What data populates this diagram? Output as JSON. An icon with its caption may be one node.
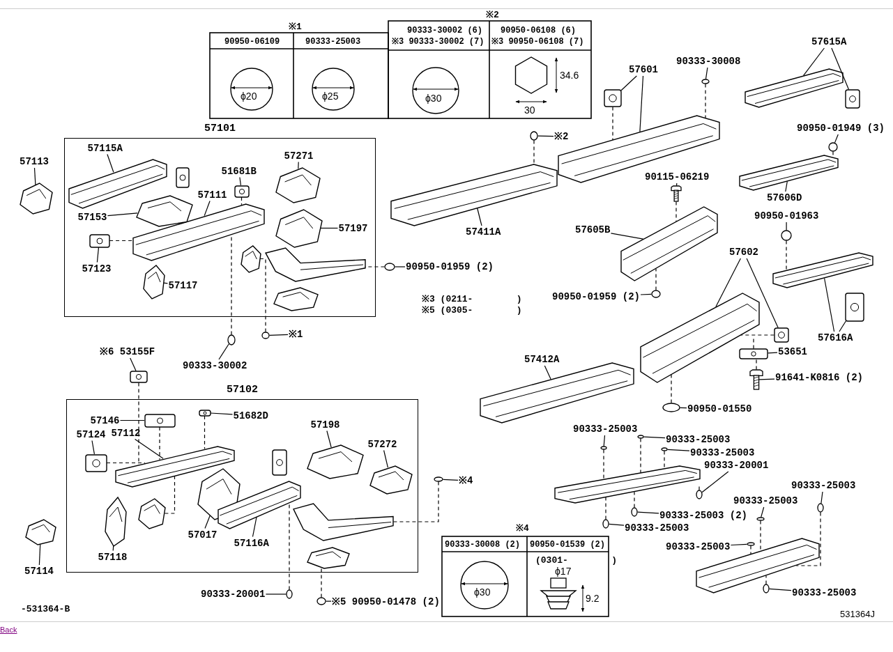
{
  "diagram": {
    "nodes": [
      {
        "text": [
          "57101"
        ]
      },
      {
        "text": [
          "57115A"
        ],
        "in": 0
      },
      {
        "text": [],
        "shape": "picture",
        "in": 0
      },
      {
        "text": [],
        "shape": "picture",
        "in": 0
      },
      {
        "text": [
          "51681B"
        ],
        "in": 0
      },
      {
        "text": [],
        "shape": "picture",
        "in": 0
      },
      {
        "text": [
          "57271"
        ],
        "in": 0
      },
      {
        "text": [],
        "shape": "picture",
        "in": 0
      },
      {
        "text": [
          "57111"
        ],
        "in": 0
      },
      {
        "text": [],
        "shape": "picture",
        "in": 0
      },
      {
        "text": [
          "57153"
        ],
        "in": 0
      },
      {
        "text": [],
        "shape": "picture",
        "in": 0
      },
      {
        "text": [
          "57197"
        ],
        "in": 0
      },
      {
        "text": [],
        "shape": "picture",
        "in": 0
      },
      {
        "text": [
          "57123"
        ],
        "in": 0
      },
      {
        "text": [],
        "shape": "picture",
        "in": 0
      },
      {
        "text": [
          "57117"
        ],
        "in": 0
      },
      {
        "text": [],
        "shape": "picture",
        "in": 0
      },
      {
        "text": [],
        "shape": "picture",
        "in": 0
      },
      {
        "text": [],
        "shape": "picture",
        "in": 0
      },
      {
        "text": [],
        "shape": "picture",
        "in": 0
      },
      {
        "text": [
          "57113"
        ]
      },
      {
        "text": [],
        "shape": "picture"
      },
      {
        "text": [
          "90333-30002"
        ]
      },
      {
        "text": [],
        "shape": "circle"
      },
      {
        "text": [
          "※1"
        ]
      },
      {
        "text": [],
        "shape": "circle"
      },
      {
        "text": [
          "90950-01959 (2)"
        ]
      },
      {
        "text": [],
        "shape": "circle"
      },
      {
        "text": [
          "57102"
        ]
      },
      {
        "text": [
          "57146"
        ],
        "in": 29
      },
      {
        "text": [],
        "shape": "picture",
        "in": 29
      },
      {
        "text": [
          "51682D"
        ],
        "in": 29
      },
      {
        "text": [],
        "shape": "picture",
        "in": 29
      },
      {
        "text": [
          "57124"
        ],
        "in": 29
      },
      {
        "text": [],
        "shape": "picture",
        "in": 29
      },
      {
        "text": [
          "57112"
        ],
        "in": 29
      },
      {
        "text": [],
        "shape": "picture",
        "in": 29
      },
      {
        "text": [
          "57198"
        ],
        "in": 29
      },
      {
        "text": [],
        "shape": "picture",
        "in": 29
      },
      {
        "text": [
          "57272"
        ],
        "in": 29
      },
      {
        "text": [],
        "shape": "picture",
        "in": 29
      },
      {
        "text": [],
        "shape": "picture",
        "in": 29
      },
      {
        "text": [],
        "shape": "picture",
        "in": 29
      },
      {
        "text": [
          "57017"
        ],
        "in": 29
      },
      {
        "text": [],
        "shape": "picture",
        "in": 29
      },
      {
        "text": [
          "57116A"
        ],
        "in": 29
      },
      {
        "text": [],
        "shape": "picture",
        "in": 29
      },
      {
        "text": [],
        "shape": "picture",
        "in": 29
      },
      {
        "text": [],
        "shape": "picture",
        "in": 29
      },
      {
        "text": [
          "57118"
        ],
        "in": 29
      },
      {
        "text": [],
        "shape": "picture",
        "in": 29
      },
      {
        "text": [
          "57114"
        ]
      },
      {
        "text": [],
        "shape": "picture"
      },
      {
        "text": [
          "※6 53155F"
        ]
      },
      {
        "text": [],
        "shape": "picture"
      },
      {
        "text": [
          "90333-20001"
        ]
      },
      {
        "text": [],
        "shape": "circle"
      },
      {
        "text": [
          "※5 90950-01478 (2)"
        ]
      },
      {
        "text": [],
        "shape": "circle"
      },
      {
        "text": [
          "※4"
        ]
      },
      {
        "text": [],
        "shape": "circle"
      },
      {
        "text": [
          "57411A"
        ]
      },
      {
        "text": [],
        "shape": "picture"
      },
      {
        "text": [
          "※2"
        ]
      },
      {
        "text": [],
        "shape": "circle"
      },
      {
        "text": [
          "57601"
        ]
      },
      {
        "text": [],
        "shape": "picture"
      },
      {
        "text": [],
        "shape": "picture"
      },
      {
        "text": [
          "90333-30008"
        ]
      },
      {
        "text": [],
        "shape": "circle"
      },
      {
        "text": [
          "57615A"
        ]
      },
      {
        "text": [],
        "shape": "picture"
      },
      {
        "text": [],
        "shape": "picture"
      },
      {
        "text": [
          "90950-01949 (3)"
        ]
      },
      {
        "text": [],
        "shape": "circle"
      },
      {
        "text": [
          "57606D"
        ]
      },
      {
        "text": [],
        "shape": "picture"
      },
      {
        "text": [
          "90115-06219"
        ]
      },
      {
        "text": [],
        "shape": "picture"
      },
      {
        "text": [
          "57605B"
        ]
      },
      {
        "text": [],
        "shape": "picture"
      },
      {
        "text": [
          "90950-01963"
        ]
      },
      {
        "text": [],
        "shape": "circle"
      },
      {
        "text": [
          "57602"
        ]
      },
      {
        "text": [],
        "shape": "picture"
      },
      {
        "text": [],
        "shape": "picture"
      },
      {
        "text": [
          "57616A"
        ]
      },
      {
        "text": [],
        "shape": "picture"
      },
      {
        "text": [],
        "shape": "picture"
      },
      {
        "text": [
          "90950-01959 (2)"
        ]
      },
      {
        "text": [],
        "shape": "circle"
      },
      {
        "text": [
          "53651"
        ]
      },
      {
        "text": [],
        "shape": "picture"
      },
      {
        "text": [
          "91641-K0816 (2)"
        ]
      },
      {
        "text": [],
        "shape": "picture"
      },
      {
        "text": [
          "57412A"
        ]
      },
      {
        "text": [],
        "shape": "picture"
      },
      {
        "text": [
          "90950-01550"
        ]
      },
      {
        "text": [],
        "shape": "circle"
      },
      {
        "text": [],
        "shape": "picture"
      },
      {
        "text": [
          "90333-25003"
        ]
      },
      {
        "text": [],
        "shape": "circle"
      },
      {
        "text": [
          "90333-25003"
        ]
      },
      {
        "text": [],
        "shape": "circle"
      },
      {
        "text": [
          "90333-25003"
        ]
      },
      {
        "text": [],
        "shape": "circle"
      },
      {
        "text": [
          "90333-20001"
        ]
      },
      {
        "text": [],
        "shape": "circle"
      },
      {
        "text": [
          "90333-25003 (2)"
        ]
      },
      {
        "text": [],
        "shape": "circle"
      },
      {
        "text": [
          "90333-25003"
        ]
      },
      {
        "text": [],
        "shape": "circle"
      },
      {
        "text": [],
        "shape": "picture"
      },
      {
        "text": [
          "90333-25003"
        ]
      },
      {
        "text": [],
        "shape": "circle"
      },
      {
        "text": [
          "90333-25003"
        ]
      },
      {
        "text": [],
        "shape": "circle"
      },
      {
        "text": [
          "90333-25003"
        ]
      },
      {
        "text": [],
        "shape": "circle"
      },
      {
        "text": [
          "90333-25003"
        ]
      },
      {
        "text": [],
        "shape": "circle"
      }
    ],
    "edges": [
      {
        "from": 1,
        "to": 2,
        "arrow": "none"
      },
      {
        "from": 4,
        "to": 5,
        "arrow": "none"
      },
      {
        "from": 6,
        "to": 7,
        "arrow": "none"
      },
      {
        "from": 8,
        "to": 9,
        "arrow": "none"
      },
      {
        "from": 10,
        "to": 11,
        "arrow": "none"
      },
      {
        "from": 12,
        "to": 13,
        "arrow": "none"
      },
      {
        "from": 14,
        "to": 15,
        "arrow": "none"
      },
      {
        "from": 16,
        "to": 17,
        "arrow": "none"
      },
      {
        "from": 21,
        "to": 22,
        "arrow": "none"
      },
      {
        "from": 23,
        "to": 24,
        "arrow": "none"
      },
      {
        "from": 25,
        "to": 26,
        "arrow": "none"
      },
      {
        "from": 27,
        "to": 28,
        "arrow": "none"
      },
      {
        "from": 30,
        "to": 31,
        "arrow": "none"
      },
      {
        "from": 32,
        "to": 33,
        "arrow": "none"
      },
      {
        "from": 34,
        "to": 35,
        "arrow": "none"
      },
      {
        "from": 36,
        "to": 37,
        "arrow": "none"
      },
      {
        "from": 38,
        "to": 39,
        "arrow": "none"
      },
      {
        "from": 40,
        "to": 41,
        "arrow": "none"
      },
      {
        "from": 44,
        "to": 45,
        "arrow": "none"
      },
      {
        "from": 46,
        "to": 47,
        "arrow": "none"
      },
      {
        "from": 50,
        "to": 51,
        "arrow": "none"
      },
      {
        "from": 52,
        "to": 53,
        "arrow": "none"
      },
      {
        "from": 54,
        "to": 55,
        "arrow": "none"
      },
      {
        "from": 56,
        "to": 57,
        "arrow": "none"
      },
      {
        "from": 58,
        "to": 59,
        "arrow": "none"
      },
      {
        "from": 60,
        "to": 61,
        "arrow": "none"
      },
      {
        "from": 62,
        "to": 63,
        "arrow": "none"
      },
      {
        "from": 64,
        "to": 65,
        "arrow": "none"
      },
      {
        "from": 66,
        "to": 67,
        "arrow": "none"
      },
      {
        "from": 66,
        "to": 68,
        "arrow": "none"
      },
      {
        "from": 69,
        "to": 70,
        "arrow": "none"
      },
      {
        "from": 71,
        "to": 72,
        "arrow": "none"
      },
      {
        "from": 71,
        "to": 73,
        "arrow": "none"
      },
      {
        "from": 74,
        "to": 75,
        "arrow": "none"
      },
      {
        "from": 76,
        "to": 77,
        "arrow": "none"
      },
      {
        "from": 78,
        "to": 79,
        "arrow": "none"
      },
      {
        "from": 80,
        "to": 81,
        "arrow": "none"
      },
      {
        "from": 82,
        "to": 83,
        "arrow": "none"
      },
      {
        "from": 84,
        "to": 85,
        "arrow": "none"
      },
      {
        "from": 84,
        "to": 86,
        "arrow": "none"
      },
      {
        "from": 87,
        "to": 88,
        "arrow": "none"
      },
      {
        "from": 87,
        "to": 89,
        "arrow": "none"
      },
      {
        "from": 90,
        "to": 91,
        "arrow": "none"
      },
      {
        "from": 92,
        "to": 93,
        "arrow": "none"
      },
      {
        "from": 94,
        "to": 95,
        "arrow": "none"
      },
      {
        "from": 96,
        "to": 97,
        "arrow": "none"
      },
      {
        "from": 98,
        "to": 99,
        "arrow": "none"
      },
      {
        "from": 101,
        "to": 102,
        "arrow": "none"
      },
      {
        "from": 103,
        "to": 104,
        "arrow": "none"
      },
      {
        "from": 105,
        "to": 106,
        "arrow": "none"
      },
      {
        "from": 107,
        "to": 108,
        "arrow": "none"
      },
      {
        "from": 109,
        "to": 110,
        "arrow": "none"
      },
      {
        "from": 111,
        "to": 112,
        "arrow": "none"
      },
      {
        "from": 114,
        "to": 115,
        "arrow": "none"
      },
      {
        "from": 116,
        "to": 117,
        "arrow": "none"
      },
      {
        "from": 118,
        "to": 119,
        "arrow": "none"
      },
      {
        "from": 120,
        "to": 121,
        "arrow": "none"
      },
      {
        "from": 5,
        "to": 9,
        "arrow": "none",
        "style": "dashed"
      },
      {
        "from": 15,
        "to": 9,
        "arrow": "none",
        "style": "dashed"
      },
      {
        "from": 24,
        "to": 9,
        "arrow": "none",
        "style": "dashed"
      },
      {
        "from": 26,
        "to": 18,
        "arrow": "none",
        "style": "dashed"
      },
      {
        "from": 28,
        "to": 19,
        "arrow": "none",
        "style": "dashed"
      },
      {
        "from": 55,
        "to": 37,
        "arrow": "none",
        "style": "dashed"
      },
      {
        "from": 33,
        "to": 37,
        "arrow": "none",
        "style": "dashed"
      },
      {
        "from": 31,
        "to": 37,
        "arrow": "none",
        "style": "dashed"
      },
      {
        "from": 35,
        "to": 37,
        "arrow": "none",
        "style": "dashed"
      },
      {
        "from": 37,
        "to": 43,
        "arrow": "none",
        "style": "dashed"
      },
      {
        "from": 57,
        "to": 47,
        "arrow": "none",
        "style": "dashed"
      },
      {
        "from": 59,
        "to": 49,
        "arrow": "none",
        "style": "dashed"
      },
      {
        "from": 61,
        "to": 48,
        "arrow": "none",
        "style": "dashed"
      },
      {
        "from": 65,
        "to": 63,
        "arrow": "none",
        "style": "dashed"
      },
      {
        "from": 67,
        "to": 68,
        "arrow": "none",
        "style": "dashed"
      },
      {
        "from": 70,
        "to": 68,
        "arrow": "none",
        "style": "dashed"
      },
      {
        "from": 75,
        "to": 77,
        "arrow": "none",
        "style": "dashed"
      },
      {
        "from": 79,
        "to": 81,
        "arrow": "none",
        "style": "dashed"
      },
      {
        "from": 83,
        "to": 88,
        "arrow": "none",
        "style": "dashed"
      },
      {
        "from": 91,
        "to": 81,
        "arrow": "none",
        "style": "dashed"
      },
      {
        "from": 86,
        "to": 85,
        "arrow": "none",
        "style": "dashed"
      },
      {
        "from": 93,
        "to": 85,
        "arrow": "none",
        "style": "dashed"
      },
      {
        "from": 95,
        "to": 93,
        "arrow": "none",
        "style": "dashed"
      },
      {
        "from": 99,
        "to": 85,
        "arrow": "none",
        "style": "dashed"
      },
      {
        "from": 102,
        "to": 100,
        "arrow": "none",
        "style": "dashed"
      },
      {
        "from": 104,
        "to": 100,
        "arrow": "none",
        "style": "dashed"
      },
      {
        "from": 106,
        "to": 100,
        "arrow": "none",
        "style": "dashed"
      },
      {
        "from": 108,
        "to": 100,
        "arrow": "none",
        "style": "dashed"
      },
      {
        "from": 110,
        "to": 100,
        "arrow": "none",
        "style": "dashed"
      },
      {
        "from": 112,
        "to": 100,
        "arrow": "none",
        "style": "dashed"
      },
      {
        "from": 115,
        "to": 113,
        "arrow": "none",
        "style": "dashed"
      },
      {
        "from": 117,
        "to": 113,
        "arrow": "none",
        "style": "dashed"
      },
      {
        "from": 119,
        "to": 113,
        "arrow": "none",
        "style": "dashed"
      },
      {
        "from": 121,
        "to": 113,
        "arrow": "none",
        "style": "dashed"
      }
    ],
    "labels": [
      "※1",
      "90950-06109",
      "90333-25003",
      "ϕ20",
      "ϕ25",
      "※2",
      "90333-30002 (6)",
      "※3 90333-30002 (7)",
      "90950-06108 (6)",
      "※3 90950-06108 (7)",
      "ϕ30",
      "34.6",
      "30",
      "※3 (0211-        )",
      "※5 (0305-        )",
      "※4",
      "90333-30008 (2)",
      "90950-01539 (2)",
      "ϕ30",
      "(0301-        )",
      "ϕ17",
      "9.2",
      "-531364-B",
      "531364J",
      "Back"
    ]
  }
}
